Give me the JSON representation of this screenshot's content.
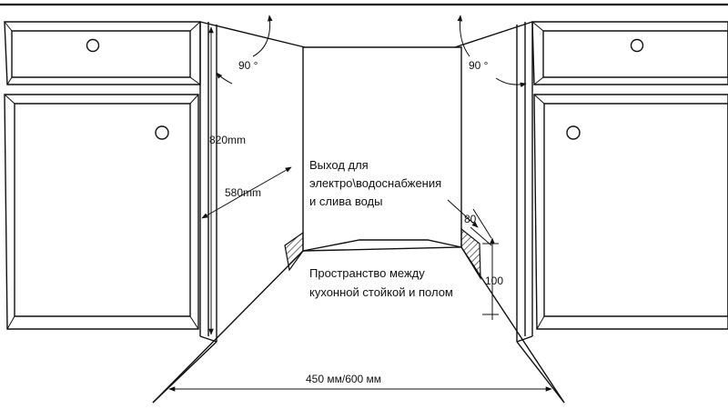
{
  "labels": {
    "angle_left": "90 °",
    "angle_right": "90 °",
    "height_820": "820mm",
    "depth_580": "580mm",
    "utilities_line1": "Выход для",
    "utilities_line2": "электро\\водоснабжения",
    "utilities_line3": "и слива воды",
    "gap_line1": "Пространство между",
    "gap_line2": "кухонной стойкой и полом",
    "dim_80": "80",
    "dim_100": "100",
    "width_opening": "450 мм/600 мм"
  },
  "colors": {
    "stroke": "#111111",
    "background": "#ffffff"
  }
}
